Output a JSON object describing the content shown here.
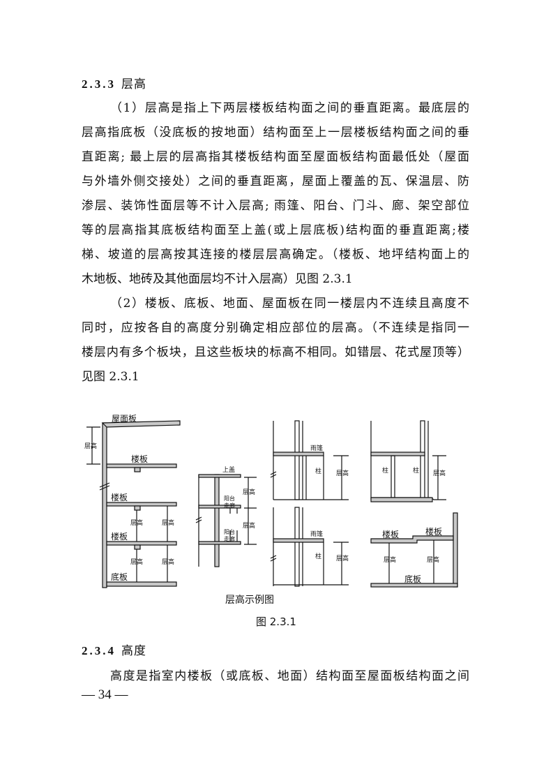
{
  "section_233": {
    "number": "2.3.3",
    "title": "层高",
    "para1": [
      "（1）层高是指上下两层楼板结构面之间的垂直距离。最底层的",
      "层高指底板（没底板的按地面）结构面至上一层楼板结构面之间的垂",
      "直距离; 最上层的层高指其楼板结构面至屋面板结构面最低处（屋面",
      "与外墙外侧交接处）之间的垂直距离，屋面上覆盖的瓦、保温层、防",
      "渗层、装饰性面层等不计入层高; 雨篷、阳台、门斗、廊、架空部位",
      "等的层高指其底板结构面至上盖(或上层底板)结构面的垂直距离;楼",
      "梯、坡道的层高按其连接的楼层层高确定。（楼板、地坪结构面上的",
      "木地板、地砖及其他面层均不计入层高）见图 2.3.1"
    ],
    "para2": [
      "（2）楼板、底板、地面、屋面板在同一楼层内不连续且高度不",
      "同时，应按各自的高度分别确定相应部位的层高。（不连续是指同一",
      "楼层内有多个板块，且这些板块的标高不相同。如错层、花式屋顶等）",
      "见图 2.3.1"
    ]
  },
  "figure": {
    "labels": {
      "roof_slab": "屋面板",
      "floor_slab": "楼板",
      "bottom_slab": "底板",
      "storey_height": "层高",
      "upper_cover": "上盖",
      "balcony": "阳台",
      "corridor": "走廊",
      "canopy": "雨篷",
      "column": "柱"
    },
    "inner_caption": "层高示例图",
    "caption": "图 2.3.1"
  },
  "section_234": {
    "number": "2.3.4",
    "title": "高度",
    "para1": [
      "高度是指室内楼板（或底板、地面）结构面至屋面板结构面之间"
    ]
  },
  "page_number": "— 34 —"
}
